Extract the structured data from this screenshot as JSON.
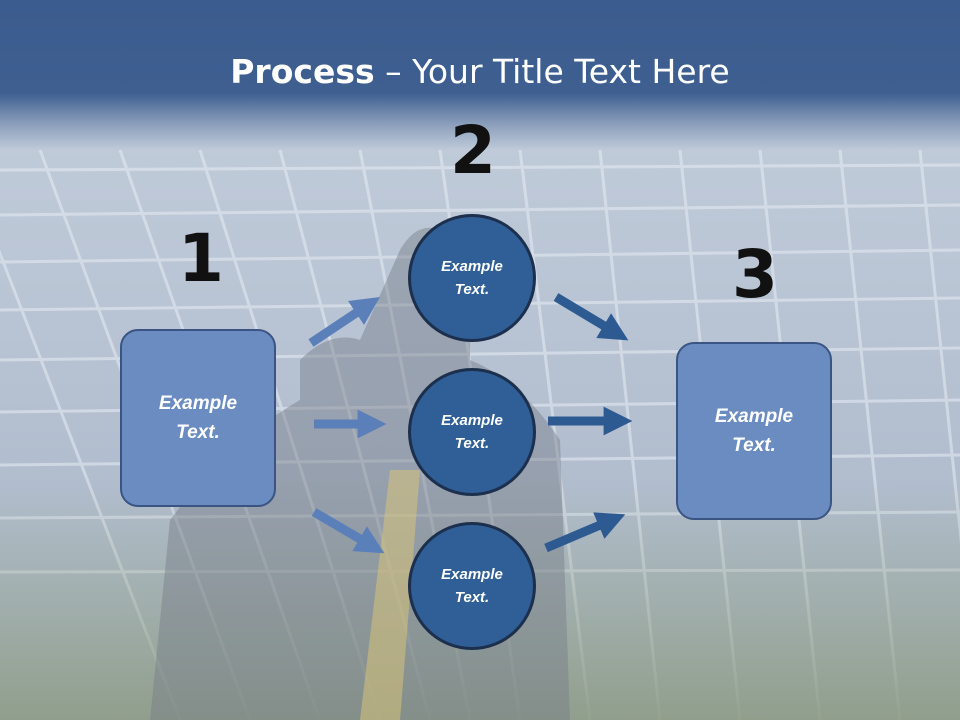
{
  "title": {
    "bold": "Process",
    "rest": " – Your Title Text Here"
  },
  "steps": [
    {
      "number": "1",
      "text": [
        "Example",
        "Text."
      ]
    },
    {
      "number": "2",
      "items": [
        {
          "text": [
            "Example",
            "Text."
          ]
        },
        {
          "text": [
            "Example",
            "Text."
          ]
        },
        {
          "text": [
            "Example",
            "Text."
          ]
        }
      ]
    },
    {
      "number": "3",
      "text": [
        "Example",
        "Text."
      ]
    }
  ],
  "colors": {
    "header": "#3b5c8e",
    "box_fill": "#6b8cc0",
    "circle_fill": "#2f5f96",
    "arrow_light": "#5b7fb8",
    "arrow_dark": "#2e5a92"
  }
}
